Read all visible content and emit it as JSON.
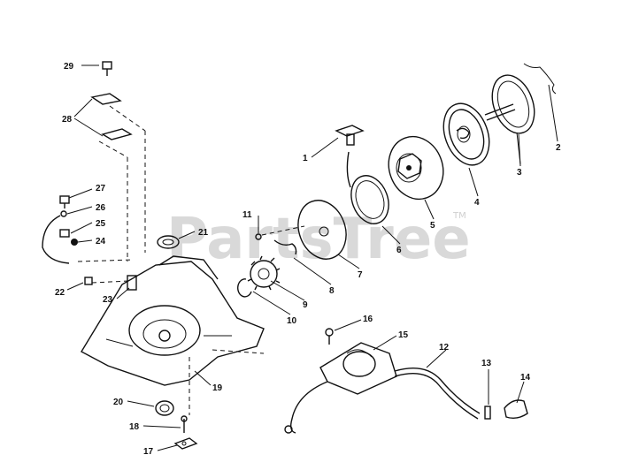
{
  "watermark": {
    "text": "PartsTree",
    "tm": "TM"
  },
  "callouts": [
    {
      "id": "c1",
      "label": "1"
    },
    {
      "id": "c2",
      "label": "2"
    },
    {
      "id": "c3",
      "label": "3"
    },
    {
      "id": "c4",
      "label": "4"
    },
    {
      "id": "c5",
      "label": "5"
    },
    {
      "id": "c6",
      "label": "6"
    },
    {
      "id": "c7",
      "label": "7"
    },
    {
      "id": "c8",
      "label": "8"
    },
    {
      "id": "c9",
      "label": "9"
    },
    {
      "id": "c10",
      "label": "10"
    },
    {
      "id": "c11",
      "label": "11"
    },
    {
      "id": "c12",
      "label": "12"
    },
    {
      "id": "c13",
      "label": "13"
    },
    {
      "id": "c14",
      "label": "14"
    },
    {
      "id": "c15",
      "label": "15"
    },
    {
      "id": "c16",
      "label": "16"
    },
    {
      "id": "c17",
      "label": "17"
    },
    {
      "id": "c18",
      "label": "18"
    },
    {
      "id": "c19",
      "label": "19"
    },
    {
      "id": "c20",
      "label": "20"
    },
    {
      "id": "c21",
      "label": "21"
    },
    {
      "id": "c22",
      "label": "22"
    },
    {
      "id": "c23",
      "label": "23"
    },
    {
      "id": "c24",
      "label": "24"
    },
    {
      "id": "c25",
      "label": "25"
    },
    {
      "id": "c26",
      "label": "26"
    },
    {
      "id": "c27",
      "label": "27"
    },
    {
      "id": "c28",
      "label": "28"
    },
    {
      "id": "c29",
      "label": "29"
    }
  ]
}
